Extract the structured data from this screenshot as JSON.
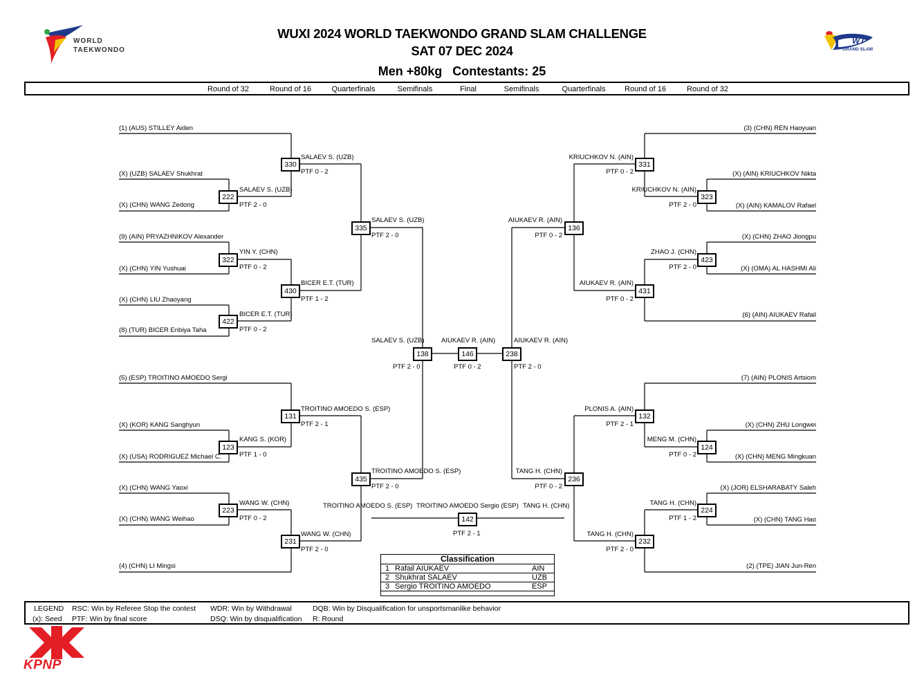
{
  "header": {
    "wt_logo_line1": "WORLD",
    "wt_logo_line2": "TAEKWONDO",
    "title": "WUXI 2024 WORLD TAEKWONDO GRAND SLAM CHALLENGE",
    "date": "SAT 07 DEC 2024",
    "category": "Men +80kg",
    "contestants": "Contestants: 25",
    "gs_logo_line1": "WT",
    "gs_logo_line2": "GRAND SLAM"
  },
  "rounds": [
    "Round of 32",
    "Round of 16",
    "Quarterfinals",
    "Semifinals",
    "Final",
    "Semifinals",
    "Quarterfinals",
    "Round of 16",
    "Round of 32"
  ],
  "athletes_left": [
    "(1) (AUS) STILLEY Aiden",
    "(X) (UZB) SALAEV Shukhrat",
    "(X) (CHN) WANG Zedong",
    "(9) (AIN) PRYAZHNIKOV Alexander",
    "(X) (CHN) YIN Yushuai",
    "(X) (CHN) LIU Zhaoyang",
    "(8) (TUR) BICER Enbiya Taha",
    "(5) (ESP) TROITINO AMOEDO Sergi",
    "(X) (KOR) KANG Sanghyun",
    "(X) (USA) RODRIGUEZ Michael C.",
    "(X) (CHN) WANG Yaoxi",
    "(X) (CHN) WANG Weihao",
    "(4) (CHN) LI Mingsi"
  ],
  "athletes_right": [
    "(3) (CHN) REN Haoyuan",
    "(X) (AIN) KRIUCHKOV Nikta",
    "(X) (AIN) KAMALOV Rafael",
    "(X) (CHN) ZHAO Jiongpu",
    "(X) (OMA) AL HASHMI Ali",
    "(6) (AIN) AIUKAEV Rafail",
    "(7) (AIN) PLONIS Artsiom",
    "(X) (CHN) ZHU Longwei",
    "(X) (CHN) MENG Mingkuan",
    "(X) (JOR) ELSHARABATY Saleh",
    "(X) (CHN) TANG Hao",
    "(2) (TPE) JIAN Jun-Ren"
  ],
  "matches": [
    {
      "id": "330",
      "winner": "SALAEV S. (UZB)",
      "score": "PTF 0 - 2"
    },
    {
      "id": "222",
      "winner": "SALAEV S. (UZB)",
      "score": "PTF 2 - 0"
    },
    {
      "id": "335",
      "winner": "SALAEV S. (UZB)",
      "score": "PTF 2 - 0"
    },
    {
      "id": "322",
      "winner": "YIN Y. (CHN)",
      "score": "PTF 0 - 2"
    },
    {
      "id": "430",
      "winner": "BICER E.T. (TUR)",
      "score": "PTF 1 - 2"
    },
    {
      "id": "422",
      "winner": "BICER E.T. (TUR)",
      "score": "PTF 0 - 2"
    },
    {
      "id": "131",
      "winner": "TROITINO AMOEDO S. (ESP)",
      "score": "PTF 2 - 1"
    },
    {
      "id": "123",
      "winner": "KANG S. (KOR)",
      "score": "PTF 1 - 0"
    },
    {
      "id": "435",
      "winner": "TROITINO AMOEDO S. (ESP)",
      "score": "PTF 2 - 0"
    },
    {
      "id": "223",
      "winner": "WANG W. (CHN)",
      "score": "PTF 0 - 2"
    },
    {
      "id": "231",
      "winner": "WANG W. (CHN)",
      "score": "PTF 2 - 0"
    },
    {
      "id": "138",
      "winner": "SALAEV S. (UZB)",
      "score": "PTF 2 - 0"
    },
    {
      "id": "146",
      "winner": "AIUKAEV R. (AIN)",
      "score": "PTF 0 - 2"
    },
    {
      "id": "238",
      "winner": "AIUKAEV R. (AIN)",
      "score": "PTF 2 - 0"
    },
    {
      "id": "331",
      "winner": "KRIUCHKOV N. (AIN)",
      "score": "PTF 0 - 2"
    },
    {
      "id": "323",
      "winner": "KRIUCHKOV N. (AIN)",
      "score": "PTF 2 - 0"
    },
    {
      "id": "136",
      "winner": "AIUKAEV R. (AIN)",
      "score": "PTF 0 - 2"
    },
    {
      "id": "423",
      "winner": "ZHAO J. (CHN)",
      "score": "PTF 2 - 0"
    },
    {
      "id": "431",
      "winner": "AIUKAEV R. (AIN)",
      "score": "PTF 0 - 2"
    },
    {
      "id": "132",
      "winner": "PLONIS A. (AIN)",
      "score": "PTF 2 - 1"
    },
    {
      "id": "124",
      "winner": "MENG M. (CHN)",
      "score": "PTF 0 - 2"
    },
    {
      "id": "236",
      "winner": "TANG H. (CHN)",
      "score": "PTF 0 - 2"
    },
    {
      "id": "224",
      "winner": "TANG H. (CHN)",
      "score": "PTF 1 - 2"
    },
    {
      "id": "232",
      "winner": "TANG H. (CHN)",
      "score": "PTF 2 - 0"
    },
    {
      "id": "142",
      "winner": "",
      "score": "PTF 2 - 1"
    }
  ],
  "bronze": {
    "left_athlete": "TROITINO AMOEDO S. (ESP)",
    "winner": "TROITINO AMOEDO Sergio (ESP)",
    "right_athlete": "TANG H. (CHN)"
  },
  "classification": {
    "title": "Classification",
    "rows": [
      {
        "rank": "1",
        "name": "Rafail AIUKAEV",
        "country": "AIN"
      },
      {
        "rank": "2",
        "name": "Shukhrat SALAEV",
        "country": "UZB"
      },
      {
        "rank": "3",
        "name": "Sergio TROITINO AMOEDO",
        "country": "ESP"
      }
    ]
  },
  "legend": {
    "title": "LEGEND",
    "rsc": "RSC: Win by Referee Stop the contest",
    "wdr": "WDR: Win by Withdrawal",
    "dqb": "DQB: Win by Disqualification for unsportsmanlike behavior",
    "seed": "(x): Seed",
    "ptf": "PTF: Win by final score",
    "dsq": "DSQ: Win by disqualification",
    "r": "R: Round"
  },
  "footer": {
    "sponsor": "KPNP"
  },
  "colors": {
    "wt_red": "#e41e25",
    "wt_blue": "#1f3a8a",
    "wt_yellow": "#f2c200",
    "wt_green": "#36a845",
    "kpnp_red": "#e41e25"
  }
}
